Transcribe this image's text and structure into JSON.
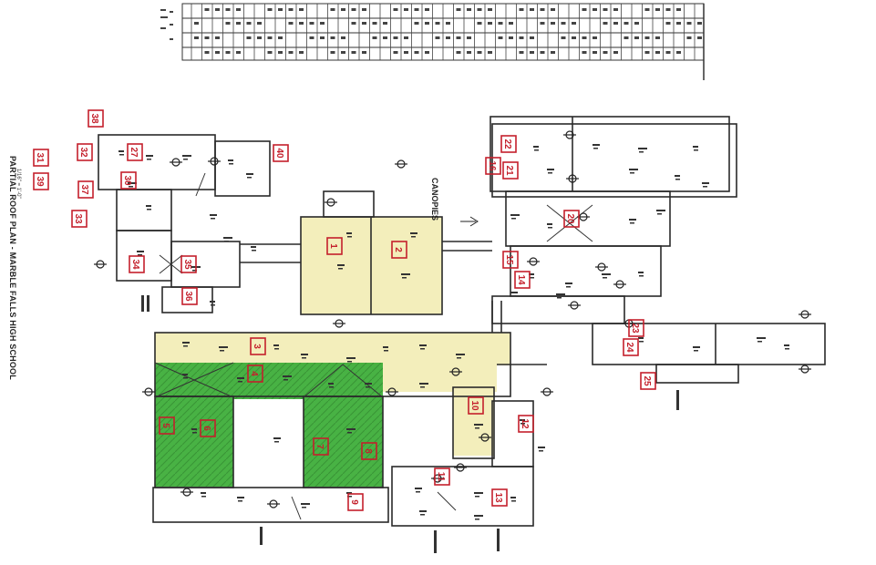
{
  "drawing": {
    "title": "PARTIAL ROOF PLAN - MARBLE FALLS HIGH SCHOOL",
    "scale": "1/16\" = 1'-0\"",
    "annotation": "CANOPIES"
  },
  "colors": {
    "highlight_yellow": "#f3eebb",
    "highlight_green": "#3fae3a",
    "ink": "#2a2a2a",
    "marker_red": "#c4202c"
  },
  "sections": [
    {
      "id": "1"
    },
    {
      "id": "2"
    },
    {
      "id": "3"
    },
    {
      "id": "4"
    },
    {
      "id": "5"
    },
    {
      "id": "6"
    },
    {
      "id": "7"
    },
    {
      "id": "8"
    },
    {
      "id": "9"
    },
    {
      "id": "10"
    },
    {
      "id": "11"
    },
    {
      "id": "12"
    },
    {
      "id": "13"
    },
    {
      "id": "14"
    },
    {
      "id": "15"
    },
    {
      "id": "16"
    },
    {
      "id": "20"
    },
    {
      "id": "21"
    },
    {
      "id": "22"
    },
    {
      "id": "23"
    },
    {
      "id": "24"
    },
    {
      "id": "25"
    },
    {
      "id": "27"
    },
    {
      "id": "30"
    },
    {
      "id": "31"
    },
    {
      "id": "32"
    },
    {
      "id": "33"
    },
    {
      "id": "34"
    },
    {
      "id": "35"
    },
    {
      "id": "36"
    },
    {
      "id": "37"
    },
    {
      "id": "38"
    },
    {
      "id": "39"
    },
    {
      "id": "40"
    }
  ]
}
